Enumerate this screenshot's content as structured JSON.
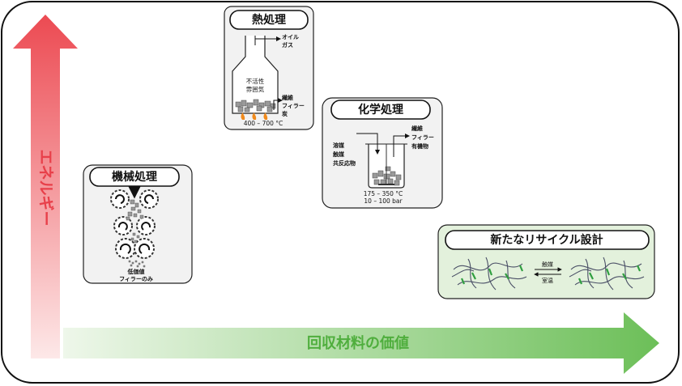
{
  "axes": {
    "y_label": "エネルギー",
    "x_label": "回収材料の価値",
    "y_color": "#e8404a",
    "x_color": "#6cbf58"
  },
  "panels": {
    "thermal": {
      "title": "熱処理",
      "out_top": [
        "オイル",
        "ガス"
      ],
      "inside": [
        "不活性",
        "雰囲気"
      ],
      "out_bottom": [
        "繊維",
        "フィラー",
        "炭"
      ],
      "temp": "400 – 700 °C"
    },
    "chemical": {
      "title": "化学処理",
      "inputs": [
        "溶媒",
        "触媒",
        "共反応物"
      ],
      "outputs": [
        "繊維",
        "フィラー",
        "有機物"
      ],
      "temp": "175 – 350 °C",
      "pressure": "10 – 100 bar"
    },
    "mechanical": {
      "title": "機械処理",
      "outputs": [
        "低価値",
        "フィラーのみ"
      ]
    },
    "recycle": {
      "title": "新たなリサイクル設計",
      "forward": "触媒",
      "backward": "室温",
      "fill": "#e3f1dc",
      "link_color": "#2f9e3f"
    }
  }
}
